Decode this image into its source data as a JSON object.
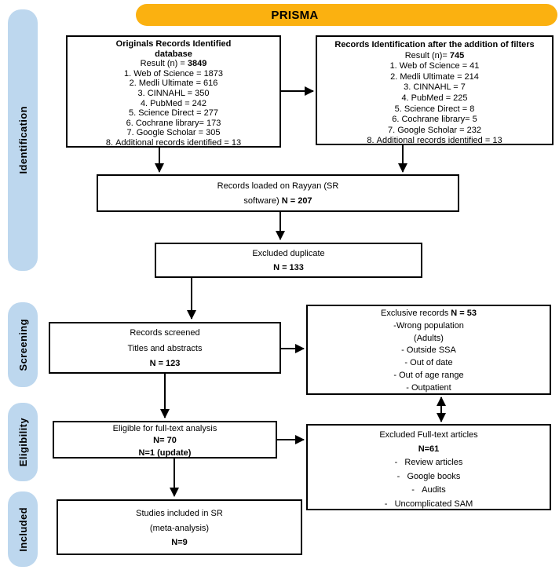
{
  "banner": {
    "title": "PRISMA",
    "color": "#FBB110"
  },
  "sidebar": {
    "color": "#BDD7EE",
    "stages": [
      {
        "label": "Identification"
      },
      {
        "label": "Screening"
      },
      {
        "label": "Eligibility"
      },
      {
        "label": "Included"
      }
    ]
  },
  "boxes": {
    "originals": {
      "title_line1": "Originals Records Identified",
      "title_line2": "database",
      "result_prefix": "Result (n) = ",
      "result_value": "3849",
      "items": [
        "Web of Science = 1873",
        "Medli Ultimate = 616",
        "CINNAHL = 350",
        "PubMed = 242",
        "Science Direct = 277",
        "Cochrane library= 173",
        "Google Scholar = 305",
        "Additional records identified = 13"
      ]
    },
    "filters": {
      "title": "Records Identification after the addition of filters",
      "result_prefix": "Result (n)= ",
      "result_value": "745",
      "items": [
        "Web of Science = 41",
        "Medli Ultimate = 214",
        "CINNAHL = 7",
        "PubMed = 225",
        "Science Direct = 8",
        "Cochrane library= 5",
        "Google Scholar = 232",
        "Additional records identified = 13"
      ]
    },
    "rayyan": {
      "line1": "Records loaded on Rayyan (SR",
      "line2_prefix": "software) ",
      "line2_value": "N = 207"
    },
    "duplicate": {
      "line1": "Excluded duplicate",
      "value": "N = 133"
    },
    "screened": {
      "line1": "Records screened",
      "line2": "Titles and abstracts",
      "value": "N = 123"
    },
    "exclusive": {
      "title_prefix": "Exclusive records ",
      "title_value": "N = 53",
      "items": [
        "-Wrong population",
        "(Adults)",
        "- Outside SSA",
        "- Out of date",
        "- Out of age range",
        "- Outpatient"
      ]
    },
    "eligible": {
      "line1": "Eligible for full-text analysis",
      "value1": "N= 70",
      "value2": "N=1 (update)"
    },
    "excluded_ft": {
      "title": "Excluded Full-text articles",
      "value": "N=61",
      "items": [
        "-   Review articles",
        "-   Google books",
        "-   Audits",
        "-   Uncomplicated SAM"
      ]
    },
    "included": {
      "line1": "Studies included in SR",
      "line2": "(meta-analysis)",
      "value": "N=9"
    }
  }
}
